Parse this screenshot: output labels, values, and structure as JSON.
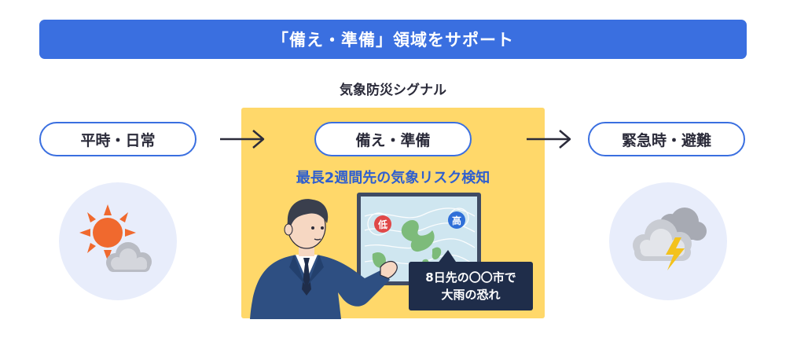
{
  "banner": {
    "title": "「備え・準備」領域をサポート"
  },
  "signal_label": "気象防災シグナル",
  "phases": {
    "left": "平時・日常",
    "center": "備え・準備",
    "right": "緊急時・避難"
  },
  "subhead": "最長2週間先の気象リスク検知",
  "map": {
    "low_label": "低",
    "high_label": "高"
  },
  "callout": {
    "line1": "8日先の〇〇市で",
    "line2": "大雨の恐れ"
  },
  "colors": {
    "accent_blue": "#3a6fe0",
    "highlight_yellow": "#ffd86a",
    "circle_bg": "#e8edfb",
    "callout_bg": "#1f2d4a",
    "low_red": "#e04848",
    "high_blue": "#2f6fd8"
  },
  "icons": [
    "arrow-right-icon",
    "sun-cloud-icon",
    "thunder-cloud-icon"
  ]
}
